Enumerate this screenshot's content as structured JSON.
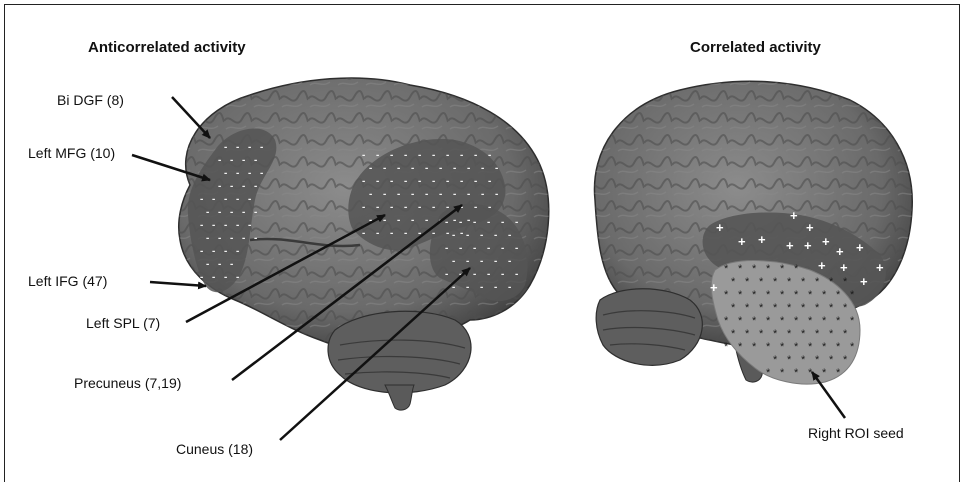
{
  "left_panel": {
    "title": "Anticorrelated activity",
    "labels": {
      "bi_dgf": "Bi DGF (8)",
      "left_mfg": "Left MFG (10)",
      "left_ifg": "Left IFG (47)",
      "left_spl": "Left SPL (7)",
      "precuneus": "Precuneus (7,19)",
      "cuneus": "Cuneus (18)"
    },
    "region_marker": "-"
  },
  "right_panel": {
    "title": "Correlated activity",
    "labels": {
      "right_roi_seed": "Right ROI seed"
    },
    "region_marker": "+",
    "seed_marker": "*"
  },
  "colors": {
    "brain": "#6e6e6e",
    "brain_dark": "#4a4a4a",
    "region": "#5a5a5a",
    "seed_region": "#9a9a9a",
    "arrow": "#111111"
  }
}
